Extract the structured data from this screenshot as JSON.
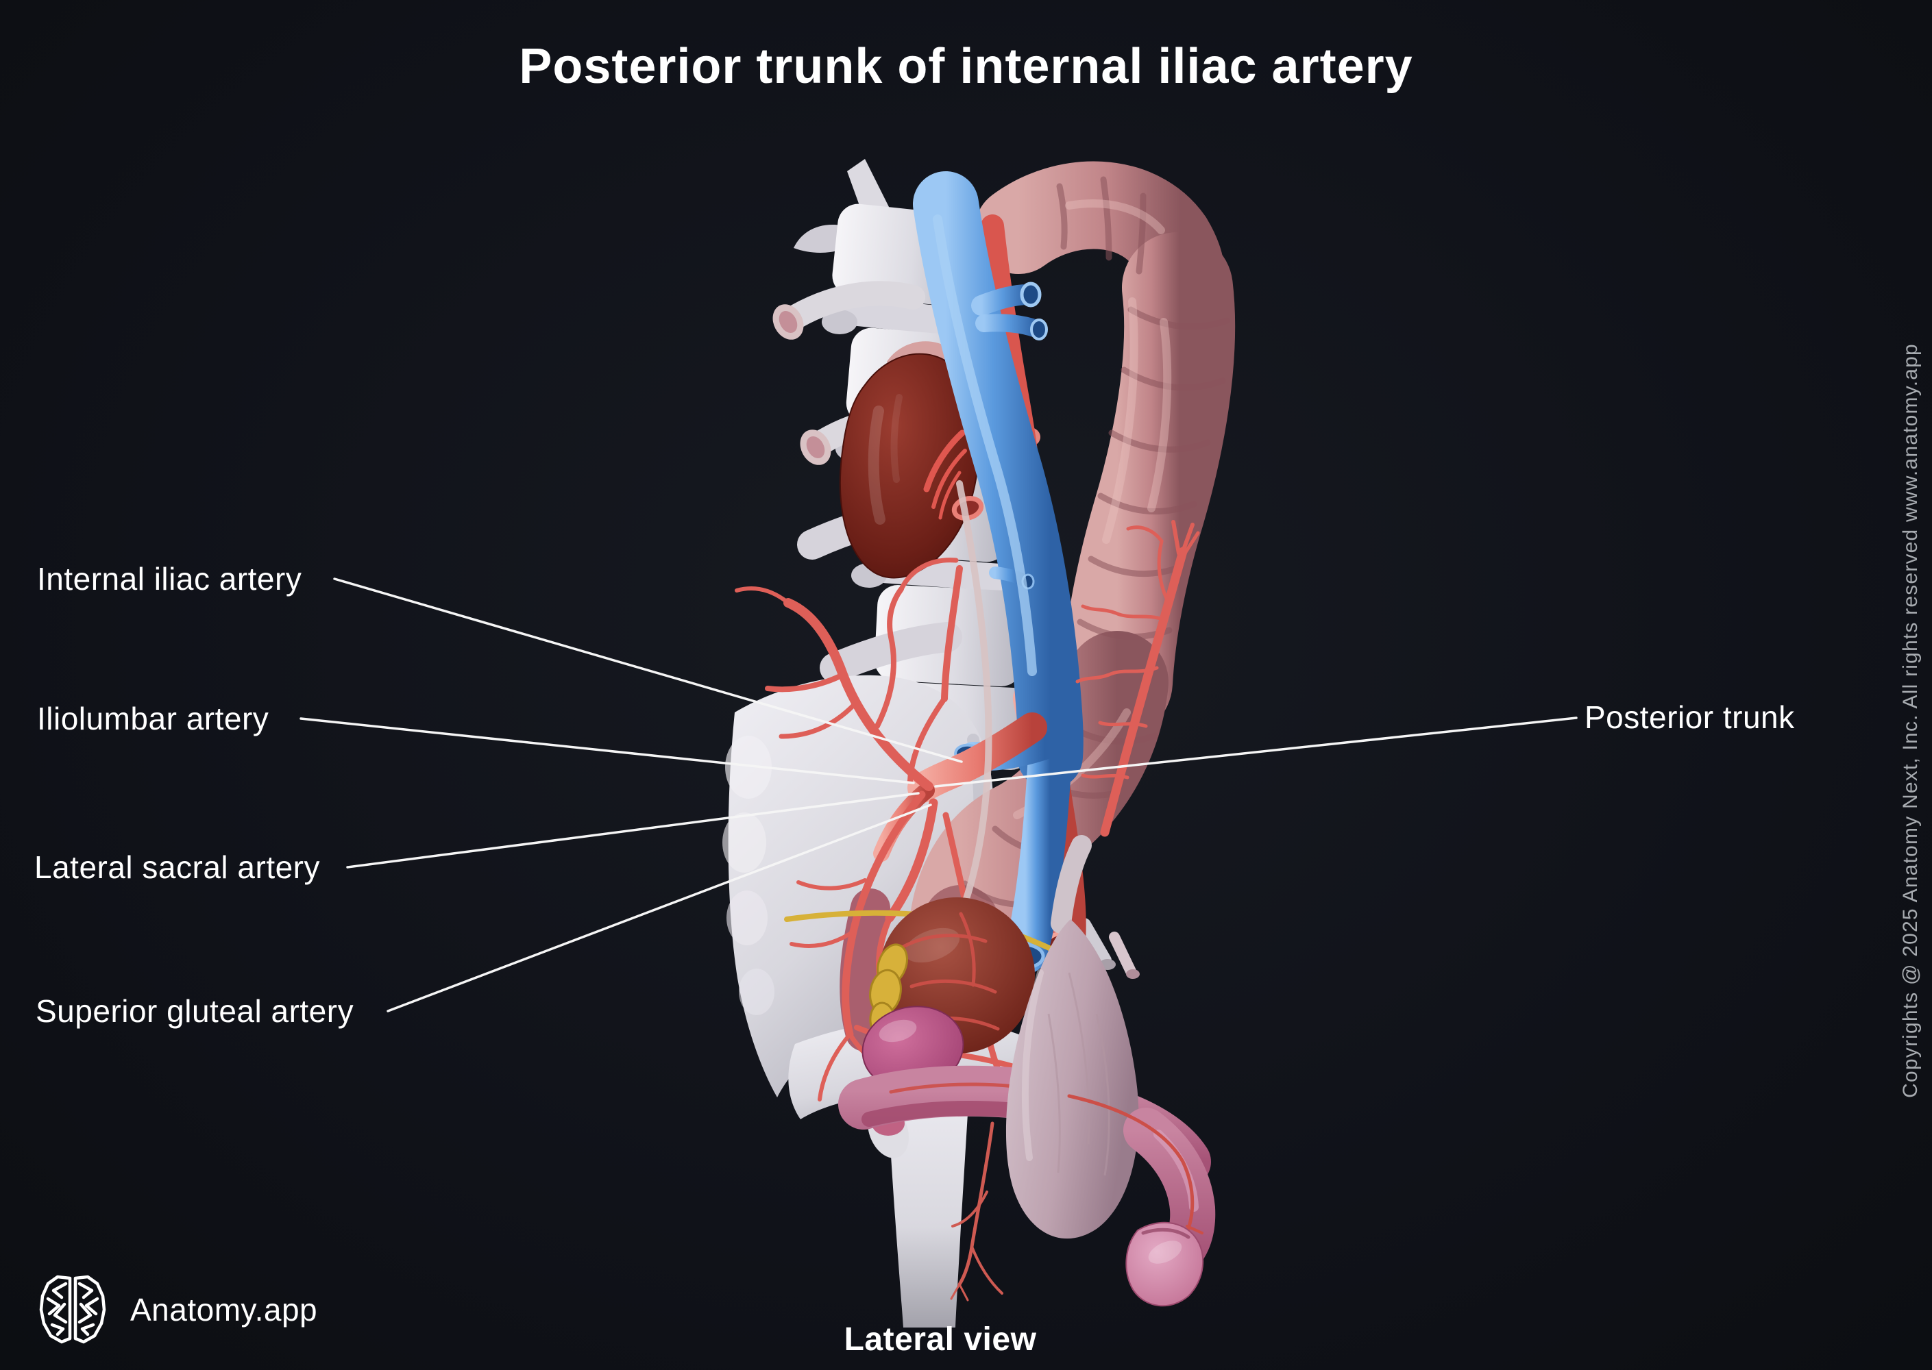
{
  "title": "Posterior trunk of internal iliac artery",
  "view_label": "Lateral view",
  "brand": {
    "name": "Anatomy.app"
  },
  "copyright": "Copyrights @ 2025 Anatomy Next, Inc. All rights reserved www.anatomy.app",
  "annotations": {
    "left": [
      {
        "id": "internal-iliac-artery",
        "text": "Internal iliac artery"
      },
      {
        "id": "iliolumbar-artery",
        "text": "Iliolumbar artery"
      },
      {
        "id": "lateral-sacral-artery",
        "text": "Lateral sacral artery"
      },
      {
        "id": "superior-gluteal-artery",
        "text": "Superior gluteal artery"
      }
    ],
    "right": [
      {
        "id": "posterior-trunk",
        "text": "Posterior trunk"
      }
    ]
  },
  "colors": {
    "background": "#101318",
    "text_primary": "#ffffff",
    "text_copyright": "#a7abb0",
    "leader_line": "#f5f5f5",
    "artery_red": "#e8756e",
    "vein_blue": "#5b9bdc",
    "bone_white": "#e8e7eb",
    "colon_pink": "#c58589",
    "kidney_maroon": "#6e241c",
    "bladder_brown": "#8a3a30",
    "prostate_magenta": "#b5487a",
    "gland_yellow": "#d9b23c",
    "penis_pink": "#c9708e",
    "scrotum_pale": "#c3aeb9"
  }
}
